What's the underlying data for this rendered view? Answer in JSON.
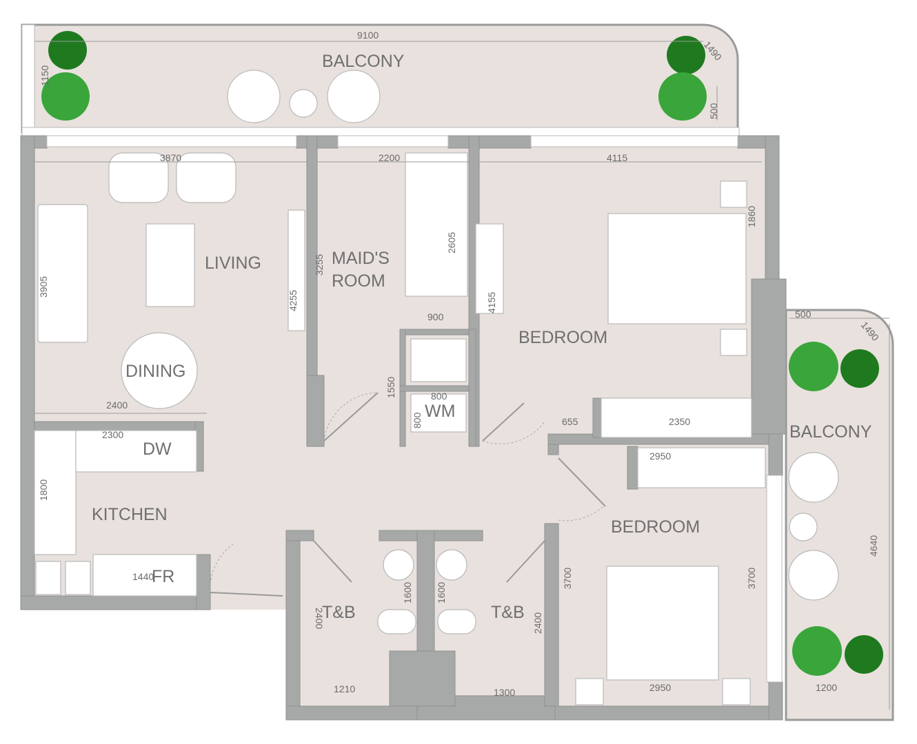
{
  "rooms": {
    "balcony_top": "BALCONY",
    "balcony_right": "BALCONY",
    "living": "LIVING",
    "dining": "DINING",
    "maids_room_line1": "MAID'S",
    "maids_room_line2": "ROOM",
    "bedroom_main": "BEDROOM",
    "bedroom_second": "BEDROOM",
    "kitchen": "KITCHEN",
    "dishwasher": "DW",
    "washing_machine": "WM",
    "fridge": "FR",
    "tb_left": "T&B",
    "tb_right": "T&B"
  },
  "dimensions": {
    "balcony_width": "9100",
    "balcony_depth_left": "1150",
    "balcony_corner_top": "1490",
    "balcony_depth_right": "500",
    "living_width": "3870",
    "living_depth": "3905",
    "tv_wall": "4255",
    "maid_width": "2200",
    "maid_depth": "3255",
    "maid_bed": "2605",
    "closet_width": "900",
    "closet_depth": "1550",
    "wm_width": "800",
    "wm_depth": "800",
    "dining_width": "2400",
    "kitchen_counter": "2300",
    "kitchen_depth": "1800",
    "fridge_counter": "1440",
    "bedroom_width": "4115",
    "bedroom_depth": "4155",
    "bedroom_wall": "1860",
    "wardrobe_gap": "655",
    "wardrobe_1": "2350",
    "wardrobe_2": "2950",
    "bedroom2_left": "3700",
    "bedroom2_right": "3700",
    "bedroom2_width": "2950",
    "tb_left_depth": "2400",
    "tb_right_depth": "2400",
    "vanity_left": "1600",
    "vanity_right": "1600",
    "tb_left_width": "1210",
    "tb_right_width": "1300",
    "balcony2_top": "500",
    "balcony2_corner": "1490",
    "balcony2_depth": "4640",
    "balcony2_width": "1200"
  },
  "colors": {
    "floor": "#e8e1de",
    "wall": "#a7a9a8",
    "plant": "#2e8b2e"
  }
}
